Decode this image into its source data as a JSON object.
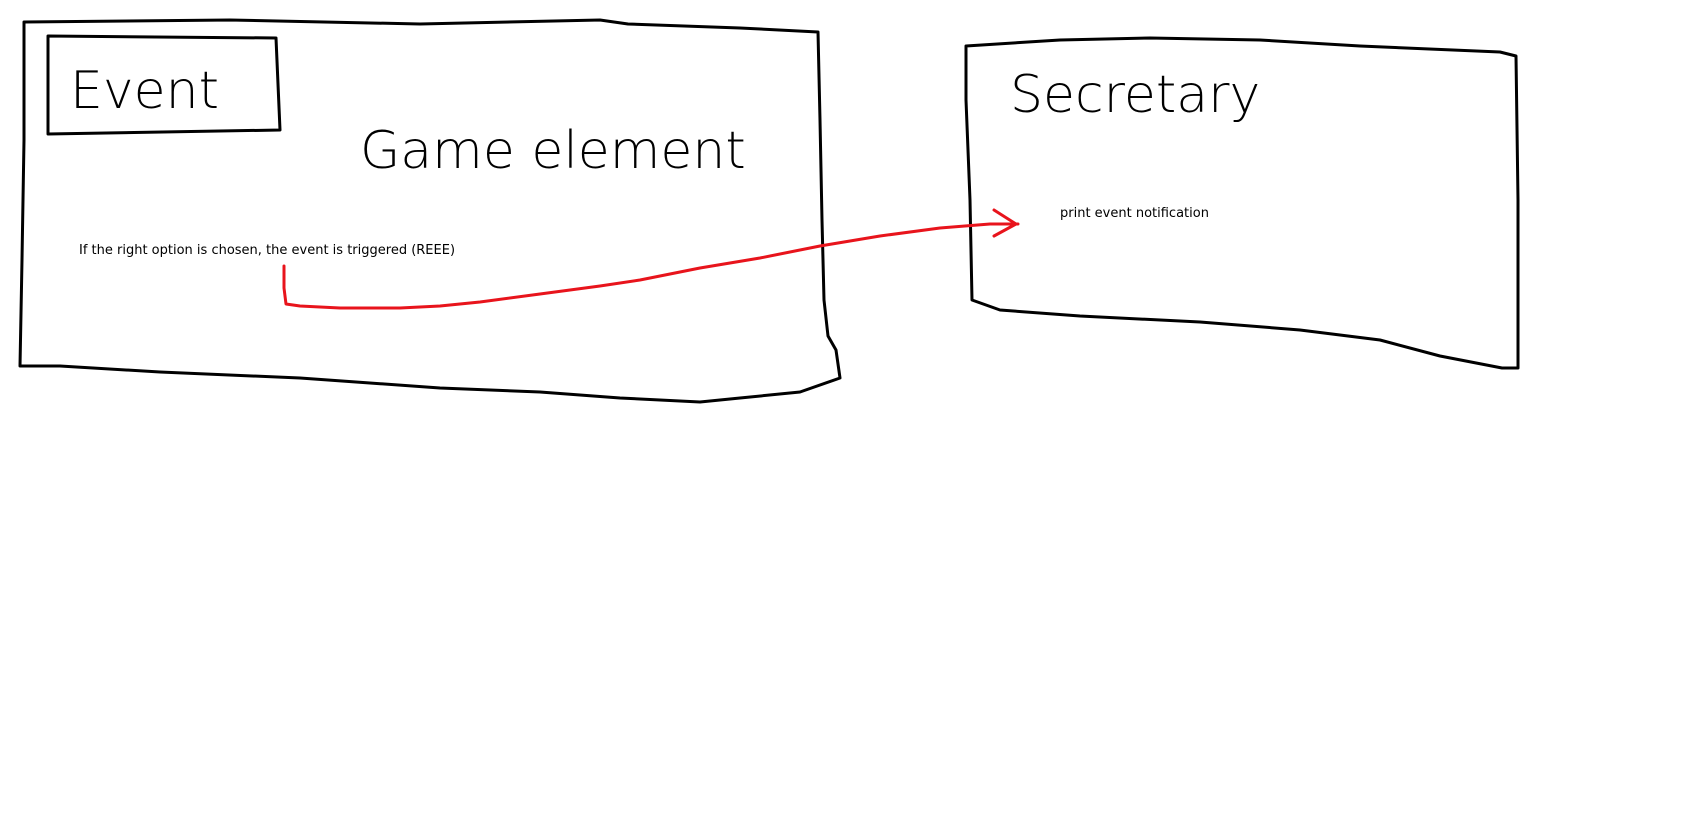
{
  "game_element": {
    "title": "Game element",
    "tag_label": "Event",
    "note": "If the right option is chosen, the event is triggered (REEE)"
  },
  "secretary": {
    "title": "Secretary",
    "note": "print event notification"
  },
  "connector": {
    "color": "#e8141c"
  }
}
